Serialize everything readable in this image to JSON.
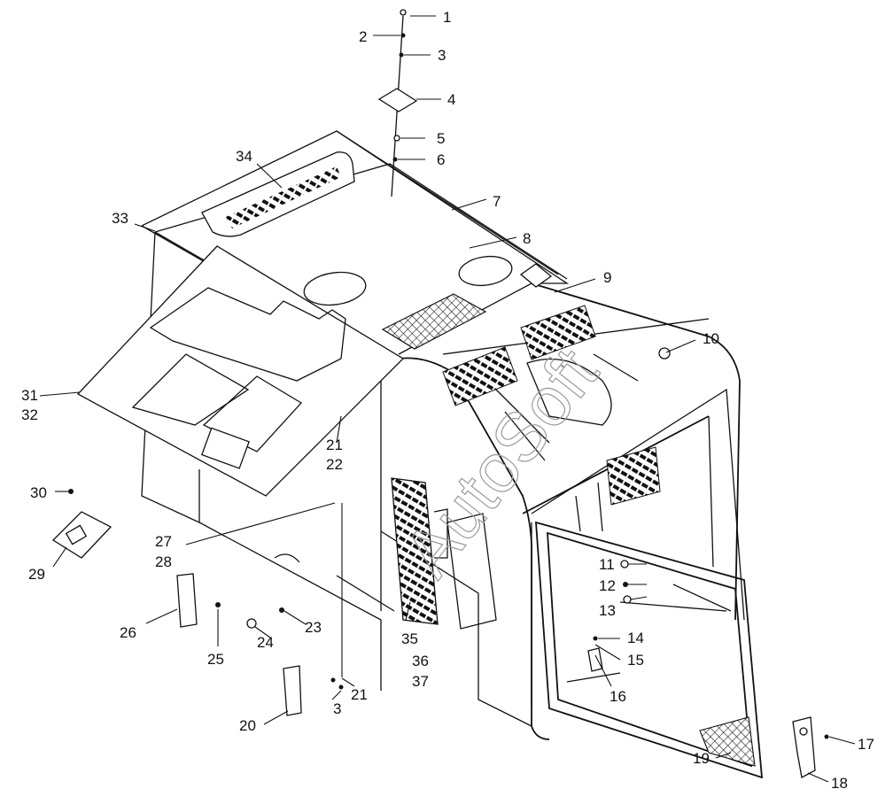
{
  "watermark": "AutoSoft",
  "callouts": [
    {
      "id": "c1",
      "text": "1"
    },
    {
      "id": "c2",
      "text": "2"
    },
    {
      "id": "c3",
      "text": "3"
    },
    {
      "id": "c4",
      "text": "4"
    },
    {
      "id": "c5",
      "text": "5"
    },
    {
      "id": "c6",
      "text": "6"
    },
    {
      "id": "c7",
      "text": "7"
    },
    {
      "id": "c8",
      "text": "8"
    },
    {
      "id": "c9",
      "text": "9"
    },
    {
      "id": "c10",
      "text": "10"
    },
    {
      "id": "c11",
      "text": "11"
    },
    {
      "id": "c12",
      "text": "12"
    },
    {
      "id": "c13",
      "text": "13"
    },
    {
      "id": "c14",
      "text": "14"
    },
    {
      "id": "c15",
      "text": "15"
    },
    {
      "id": "c16",
      "text": "16"
    },
    {
      "id": "c17",
      "text": "17"
    },
    {
      "id": "c18",
      "text": "18"
    },
    {
      "id": "c19",
      "text": "19"
    },
    {
      "id": "c20",
      "text": "20"
    },
    {
      "id": "c3b",
      "text": "3"
    },
    {
      "id": "c21b",
      "text": "21"
    },
    {
      "id": "c21",
      "text": "21"
    },
    {
      "id": "c22",
      "text": "22"
    },
    {
      "id": "c23",
      "text": "23"
    },
    {
      "id": "c24",
      "text": "24"
    },
    {
      "id": "c25",
      "text": "25"
    },
    {
      "id": "c26",
      "text": "26"
    },
    {
      "id": "c27",
      "text": "27"
    },
    {
      "id": "c28",
      "text": "28"
    },
    {
      "id": "c29",
      "text": "29"
    },
    {
      "id": "c30",
      "text": "30"
    },
    {
      "id": "c31",
      "text": "31"
    },
    {
      "id": "c32",
      "text": "32"
    },
    {
      "id": "c33",
      "text": "33"
    },
    {
      "id": "c34",
      "text": "34"
    },
    {
      "id": "c35",
      "text": "35"
    },
    {
      "id": "c36",
      "text": "36"
    },
    {
      "id": "c37",
      "text": "37"
    }
  ]
}
